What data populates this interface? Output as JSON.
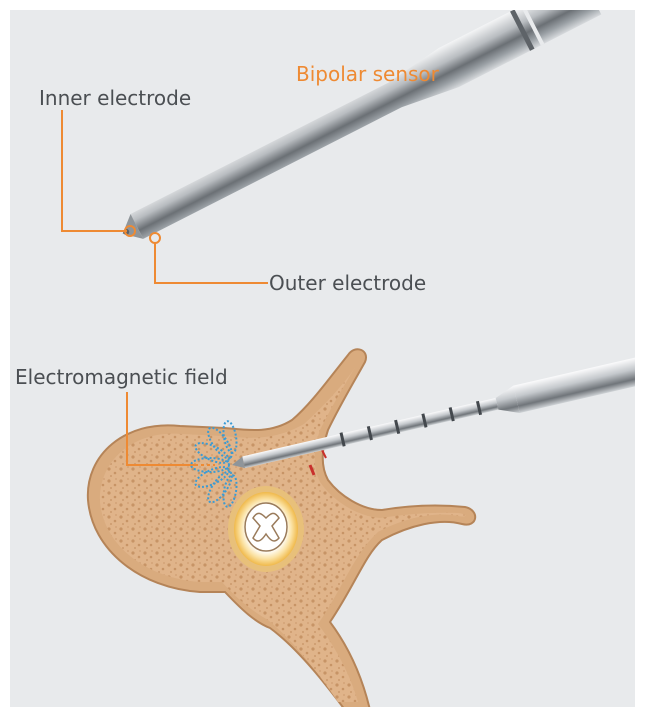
{
  "labels": {
    "title": "Bipolar sensor",
    "inner_electrode": "Inner electrode",
    "outer_electrode": "Outer electrode",
    "electromagnetic_field": "Electromagnetic field"
  },
  "colors": {
    "background": "#e8eaec",
    "accent": "#ee8a33",
    "label_text": "#4b4f53",
    "bone": "#d9a87a",
    "bone_outline": "#b58458",
    "field": "#3a9bd4",
    "spinal_canal": "#f2c25e"
  },
  "icons": {
    "instrument": "bipolar-sensor-probe-icon",
    "vertebra": "vertebra-cross-section-icon",
    "field": "electromagnetic-field-icon"
  }
}
